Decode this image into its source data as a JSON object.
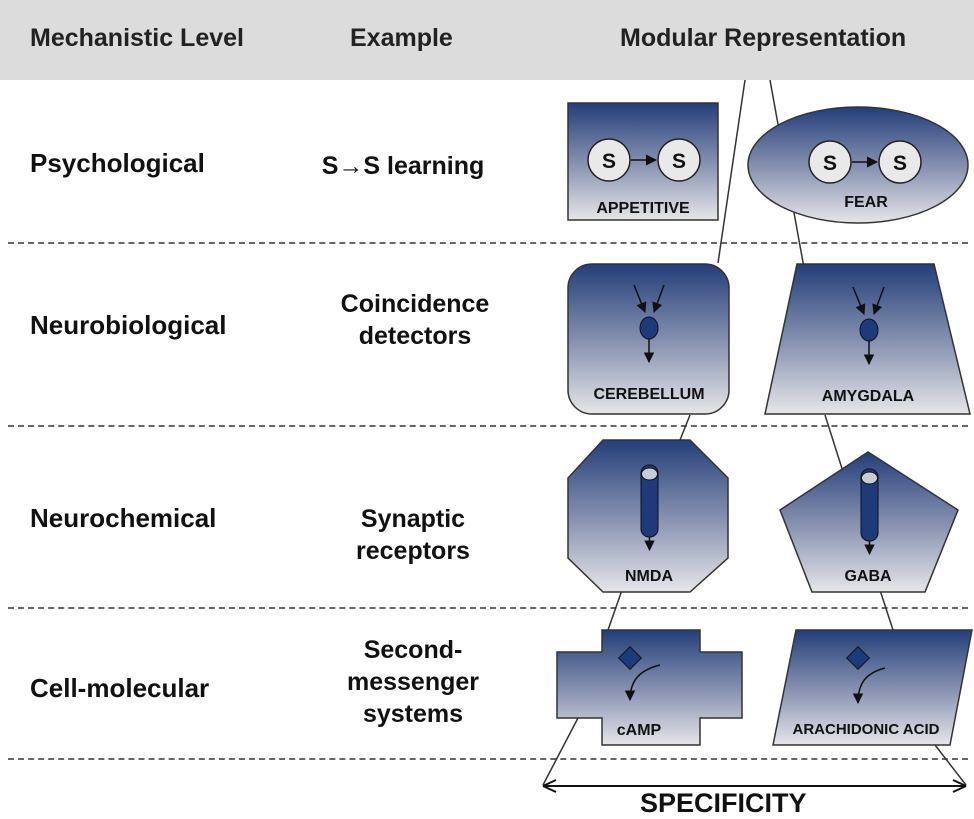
{
  "header": {
    "col_level": "Mechanistic Level",
    "col_example": "Example",
    "col_module": "Modular Representation"
  },
  "rows": [
    {
      "level": "Psychological",
      "example": [
        "S→S learning"
      ],
      "modules": [
        "APPETITIVE",
        "FEAR"
      ]
    },
    {
      "level": "Neurobiological",
      "example": [
        "Coincidence",
        "detectors"
      ],
      "modules": [
        "CEREBELLUM",
        "AMYGDALA"
      ]
    },
    {
      "level": "Neurochemical",
      "example": [
        "Synaptic",
        "receptors"
      ],
      "modules": [
        "NMDA",
        "GABA"
      ]
    },
    {
      "level": "Cell-molecular",
      "example": [
        "Second-",
        "messenger",
        "systems"
      ],
      "modules": [
        "cAMP",
        "ARACHIDONIC ACID"
      ]
    }
  ],
  "node_labels": {
    "s1": "S",
    "s2": "S"
  },
  "axis": {
    "label": "SPECIFICITY"
  },
  "colors": {
    "header_bg": "#dcdcdc",
    "module_dark": "#243e7a",
    "module_light": "#e6e6e9",
    "neuron": "#1d3a7a"
  }
}
